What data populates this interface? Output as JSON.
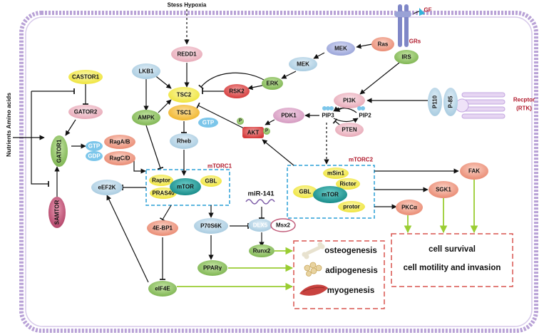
{
  "top_signals": {
    "stress_hypoxia": "Stess Hypoxia",
    "gf": "GF",
    "grs": "GRs"
  },
  "side_label": "Nutrients Amino acids",
  "receptor": {
    "name": "Recptor",
    "sub": "(RTK)"
  },
  "complexes": {
    "mtorc1": "mTORC1",
    "mtorc2": "mTORC2"
  },
  "mirna": "miR-141",
  "nodes": {
    "redd1": "REDD1",
    "lkb1": "LKB1",
    "ampk": "AMPK",
    "tsc2": "TSC2",
    "tsc1": "TSC1",
    "gtp_tsc": "GTP",
    "rheb": "Rheb",
    "rsk2": "RSK2",
    "erk": "ERK",
    "mek1": "MEK",
    "mek2": "MEK",
    "ras": "Ras",
    "irs": "IRS",
    "castor1": "CASTOR1",
    "gator2": "GATOR2",
    "gator1": "GATOR1",
    "samtor": "SAMTOR",
    "rag_ab": "RagA/B",
    "rag_cd": "RagC/D",
    "gtp_rag": "GTP",
    "gdp_rag": "GDP",
    "raptor": "Raptor",
    "pras40": "PRAS40",
    "mtor1": "mTOR",
    "gbl1": "GBL",
    "eef2k": "eEF2K",
    "ebp1": "4E-BP1",
    "p70s6k": "P70S6K",
    "eif4e": "eIF4E",
    "ppar": "PPARγ",
    "dlx5": "DLX5",
    "msx2": "Msx2",
    "runx2": "Runx2",
    "pdk1": "PDK1",
    "akt": "AKT",
    "p_left": "P",
    "p_right": "P",
    "pi3k": "PI3K",
    "pip3": "PIP3",
    "pip2": "PIP2",
    "pten": "PTEN",
    "p110": "P110",
    "p85": "P-85",
    "msin1": "mSin1",
    "rictor": "Rictor",
    "gbl2": "GBL",
    "mtor2": "mTOR",
    "protor": "protor",
    "fak": "FAK",
    "sgk1": "SGK1",
    "pkca": "PKCα"
  },
  "outcomes": {
    "osteogenesis": "osteogenesis",
    "adipogenesis": "adipogenesis",
    "myogenesis": "myogenesis",
    "cell_survival": "cell survival",
    "cell_motility": "cell motility and invasion"
  },
  "colors": {
    "pink": "#e7a9b7",
    "blue": "#a8cbe0",
    "green": "#8cbf63",
    "yellow": "#f3ec55",
    "red": "#d9534f",
    "teal": "#1f9e9e",
    "salmon": "#ec8f7d",
    "dkpink": "#c15b79",
    "membrane": "#b8a1d6",
    "receptor": "#7f87c7",
    "dashed_box": "#2a9fd6",
    "outcome_box": "#d9534f"
  }
}
